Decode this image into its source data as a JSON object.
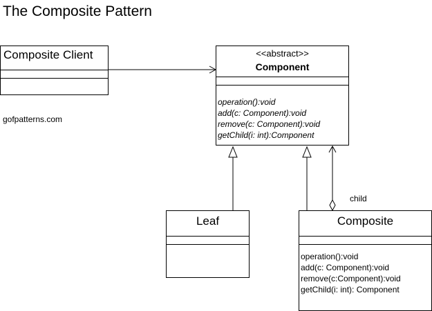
{
  "title": "The Composite Pattern",
  "site": "gofpatterns.com",
  "client": {
    "name": "Composite Client"
  },
  "component": {
    "stereotype": "<<abstract>>",
    "name": "Component",
    "operations": [
      "operation():void",
      "add(c: Component):void",
      "remove(c: Component):void",
      "getChild(i: int):Component"
    ]
  },
  "leaf": {
    "name": "Leaf"
  },
  "composite": {
    "name": "Composite",
    "operations": [
      "operation():void",
      "add(c: Component):void",
      "remove(c:Component):void",
      "getChild(i: int): Component"
    ]
  },
  "edges": {
    "child_label": "child"
  }
}
